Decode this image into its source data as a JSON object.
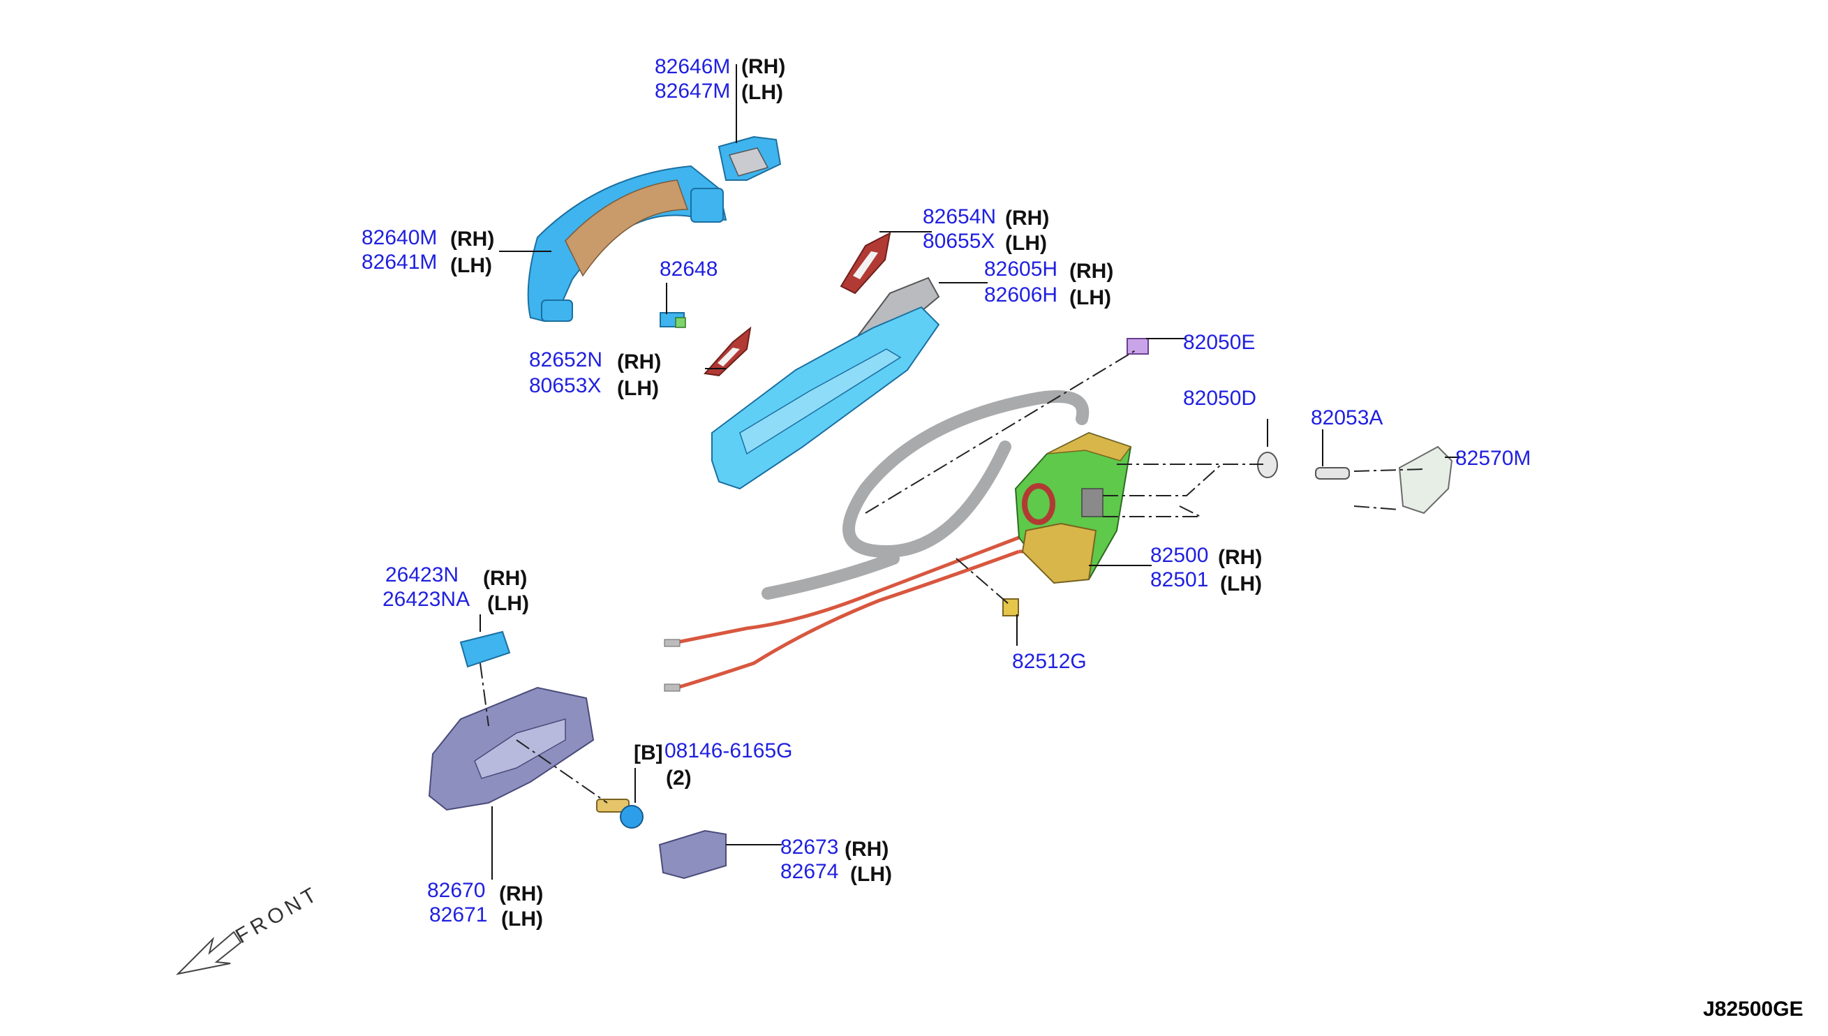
{
  "diagram_code": "J82500GE",
  "front_label": "FRONT",
  "colors": {
    "part_number_text": "#1f1fe0",
    "side_text": "#111111",
    "handle_blue": "#3fb4ee",
    "bracket_cyan": "#5fcff6",
    "gasket_red": "#b23a34",
    "latch_green": "#5ec94a",
    "latch_yellow": "#d9b64a",
    "cable_gray": "#a9aaab",
    "rod_red": "#d8573f",
    "inner_handle_lavender": "#8d8fbf",
    "bolt_blue": "#2d9fea"
  },
  "labels": [
    {
      "part": "82646M",
      "side": "(RH)"
    },
    {
      "part": "82647M",
      "side": "(LH)"
    },
    {
      "part": "82640M",
      "side": "(RH)"
    },
    {
      "part": "82641M",
      "side": "(LH)"
    },
    {
      "part": "82648",
      "side": ""
    },
    {
      "part": "82654N",
      "side": "(RH)"
    },
    {
      "part": "80655X",
      "side": "(LH)"
    },
    {
      "part": "82605H",
      "side": "(RH)"
    },
    {
      "part": "82606H",
      "side": "(LH)"
    },
    {
      "part": "82652N",
      "side": "(RH)"
    },
    {
      "part": "80653X",
      "side": "(LH)"
    },
    {
      "part": "82050E",
      "side": ""
    },
    {
      "part": "82050D",
      "side": ""
    },
    {
      "part": "82053A",
      "side": ""
    },
    {
      "part": "82570M",
      "side": ""
    },
    {
      "part": "82500",
      "side": "(RH)"
    },
    {
      "part": "82501",
      "side": "(LH)"
    },
    {
      "part": "82512G",
      "side": ""
    },
    {
      "part": "26423N",
      "side": "(RH)"
    },
    {
      "part": "26423NA",
      "side": "(LH)"
    },
    {
      "part": "08146-6165G",
      "side": "[B]",
      "qty": "(2)"
    },
    {
      "part": "82673",
      "side": "(RH)"
    },
    {
      "part": "82674",
      "side": "(LH)"
    },
    {
      "part": "82670",
      "side": "(RH)"
    },
    {
      "part": "82671",
      "side": "(LH)"
    }
  ]
}
